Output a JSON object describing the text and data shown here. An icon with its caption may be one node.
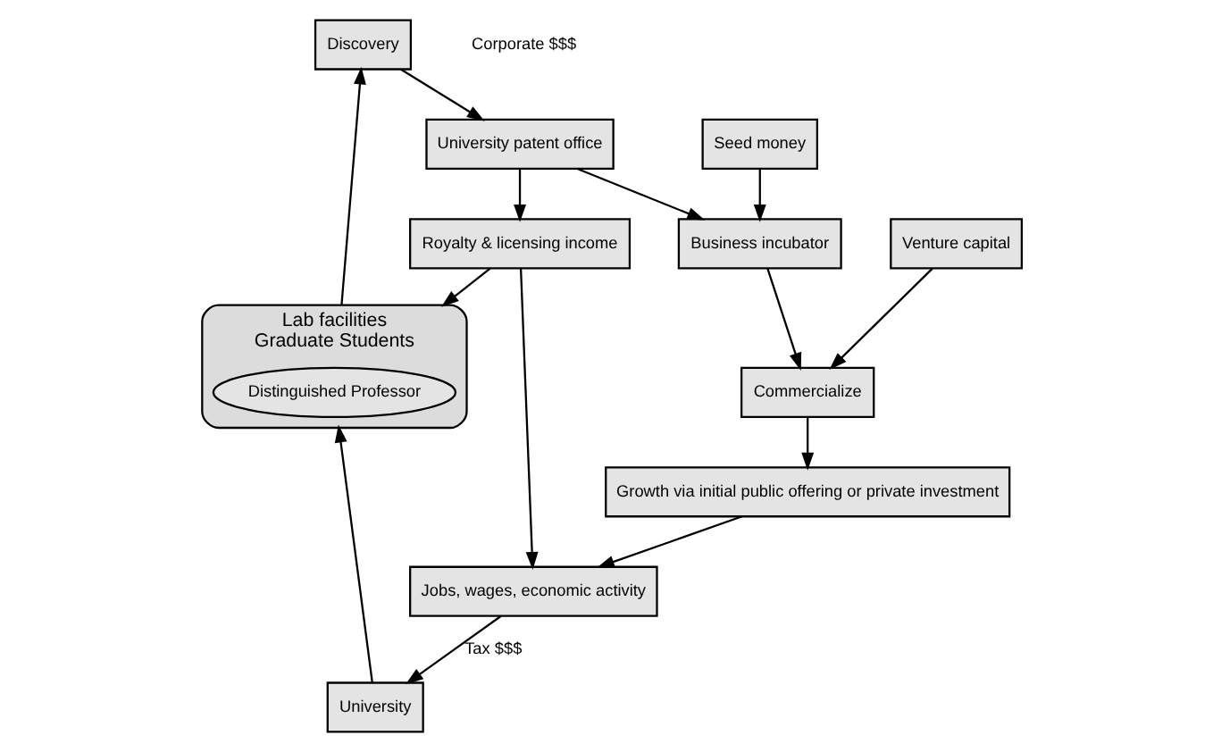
{
  "diagram": {
    "nodes": [
      {
        "text": [
          "Jobs, wages, economic activity"
        ]
      },
      {
        "text": [
          "University"
        ]
      },
      {
        "text": [
          "Lab facilities",
          "Graduate Students"
        ]
      },
      {
        "text": [
          "Distinguished Professor"
        ],
        "in": 2
      },
      {
        "text": [
          "Discovery"
        ]
      },
      {
        "text": [
          "University patent office"
        ]
      },
      {
        "text": [
          "Royalty & licensing income"
        ]
      },
      {
        "text": [
          "Business incubator"
        ]
      },
      {
        "text": [
          "Commercialize"
        ]
      },
      {
        "text": [
          "Growth via initial public offering or private investment"
        ]
      },
      {
        "text": [
          "Venture capital"
        ]
      },
      {
        "text": [
          "Seed money"
        ]
      }
    ],
    "edges": [
      {
        "from": 0,
        "to": 1,
        "arrow": "to",
        "label": "Tax $$$"
      },
      {
        "from": 1,
        "to": 2,
        "arrow": "to"
      },
      {
        "from": 2,
        "to": 4,
        "arrow": "to"
      },
      {
        "from": 4,
        "to": 5,
        "arrow": "to"
      },
      {
        "from": 5,
        "to": 6,
        "arrow": "to"
      },
      {
        "from": 6,
        "to": 2,
        "arrow": "to"
      },
      {
        "from": 6,
        "to": 0,
        "arrow": "to"
      },
      {
        "from": 5,
        "to": 7,
        "arrow": "to"
      },
      {
        "from": 7,
        "to": 8,
        "arrow": "to"
      },
      {
        "from": 8,
        "to": 9,
        "arrow": "to"
      },
      {
        "from": 10,
        "to": 8,
        "arrow": "to"
      },
      {
        "from": 11,
        "to": 7,
        "arrow": "to"
      },
      {
        "from": 9,
        "to": 0,
        "arrow": "to"
      }
    ],
    "labels": [
      "Corporate $$$"
    ]
  }
}
